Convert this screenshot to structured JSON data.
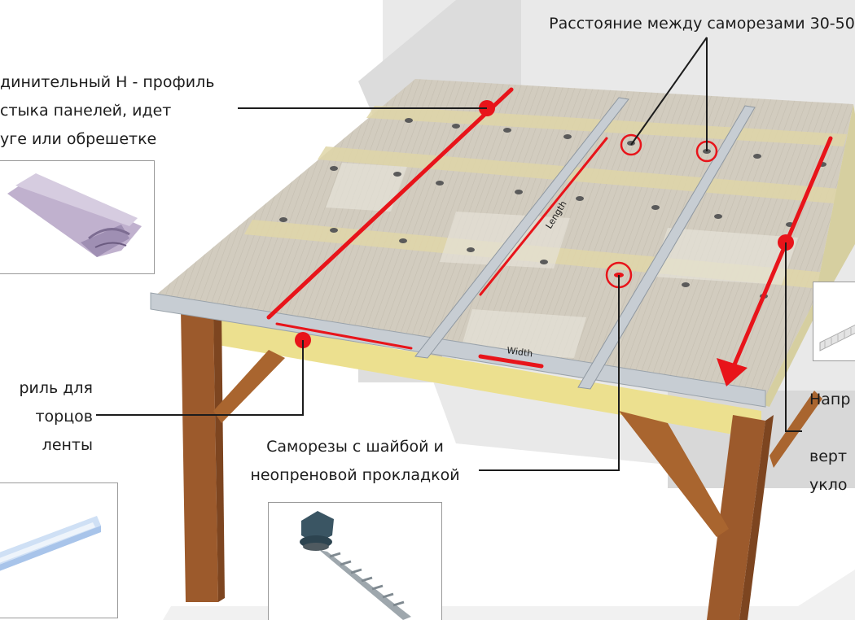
{
  "labels": {
    "screw_spacing": "Расстояние между саморезами 30-50",
    "h_profile": [
      "динительный Н - профиль",
      "стыка панелей, идет",
      "уге или обрешетке"
    ],
    "end_profile": [
      "риль для",
      "торцов",
      "ленты"
    ],
    "screws": [
      "Саморезы с шайбой и",
      "неопреновой прокладкой"
    ],
    "direction": [
      "Напр",
      "верт",
      "укло"
    ],
    "length_mark": "Length",
    "width_mark": "Width"
  },
  "colors": {
    "accent": "#e8141a",
    "post_wood": "#9c5a2c",
    "beam_wood": "#e9dc8e",
    "panel": "#cfc9bc",
    "profile_metal": "#c7cdd3",
    "wall": "#e7e7e7",
    "leader_line": "#1c1c1c"
  },
  "insets": {
    "h_profile_icon": "h-profile-icon",
    "end_profile_icon": "u-profile-icon",
    "screw_icon": "roofing-screw-icon",
    "panel_section_icon": "panel-section-icon"
  }
}
